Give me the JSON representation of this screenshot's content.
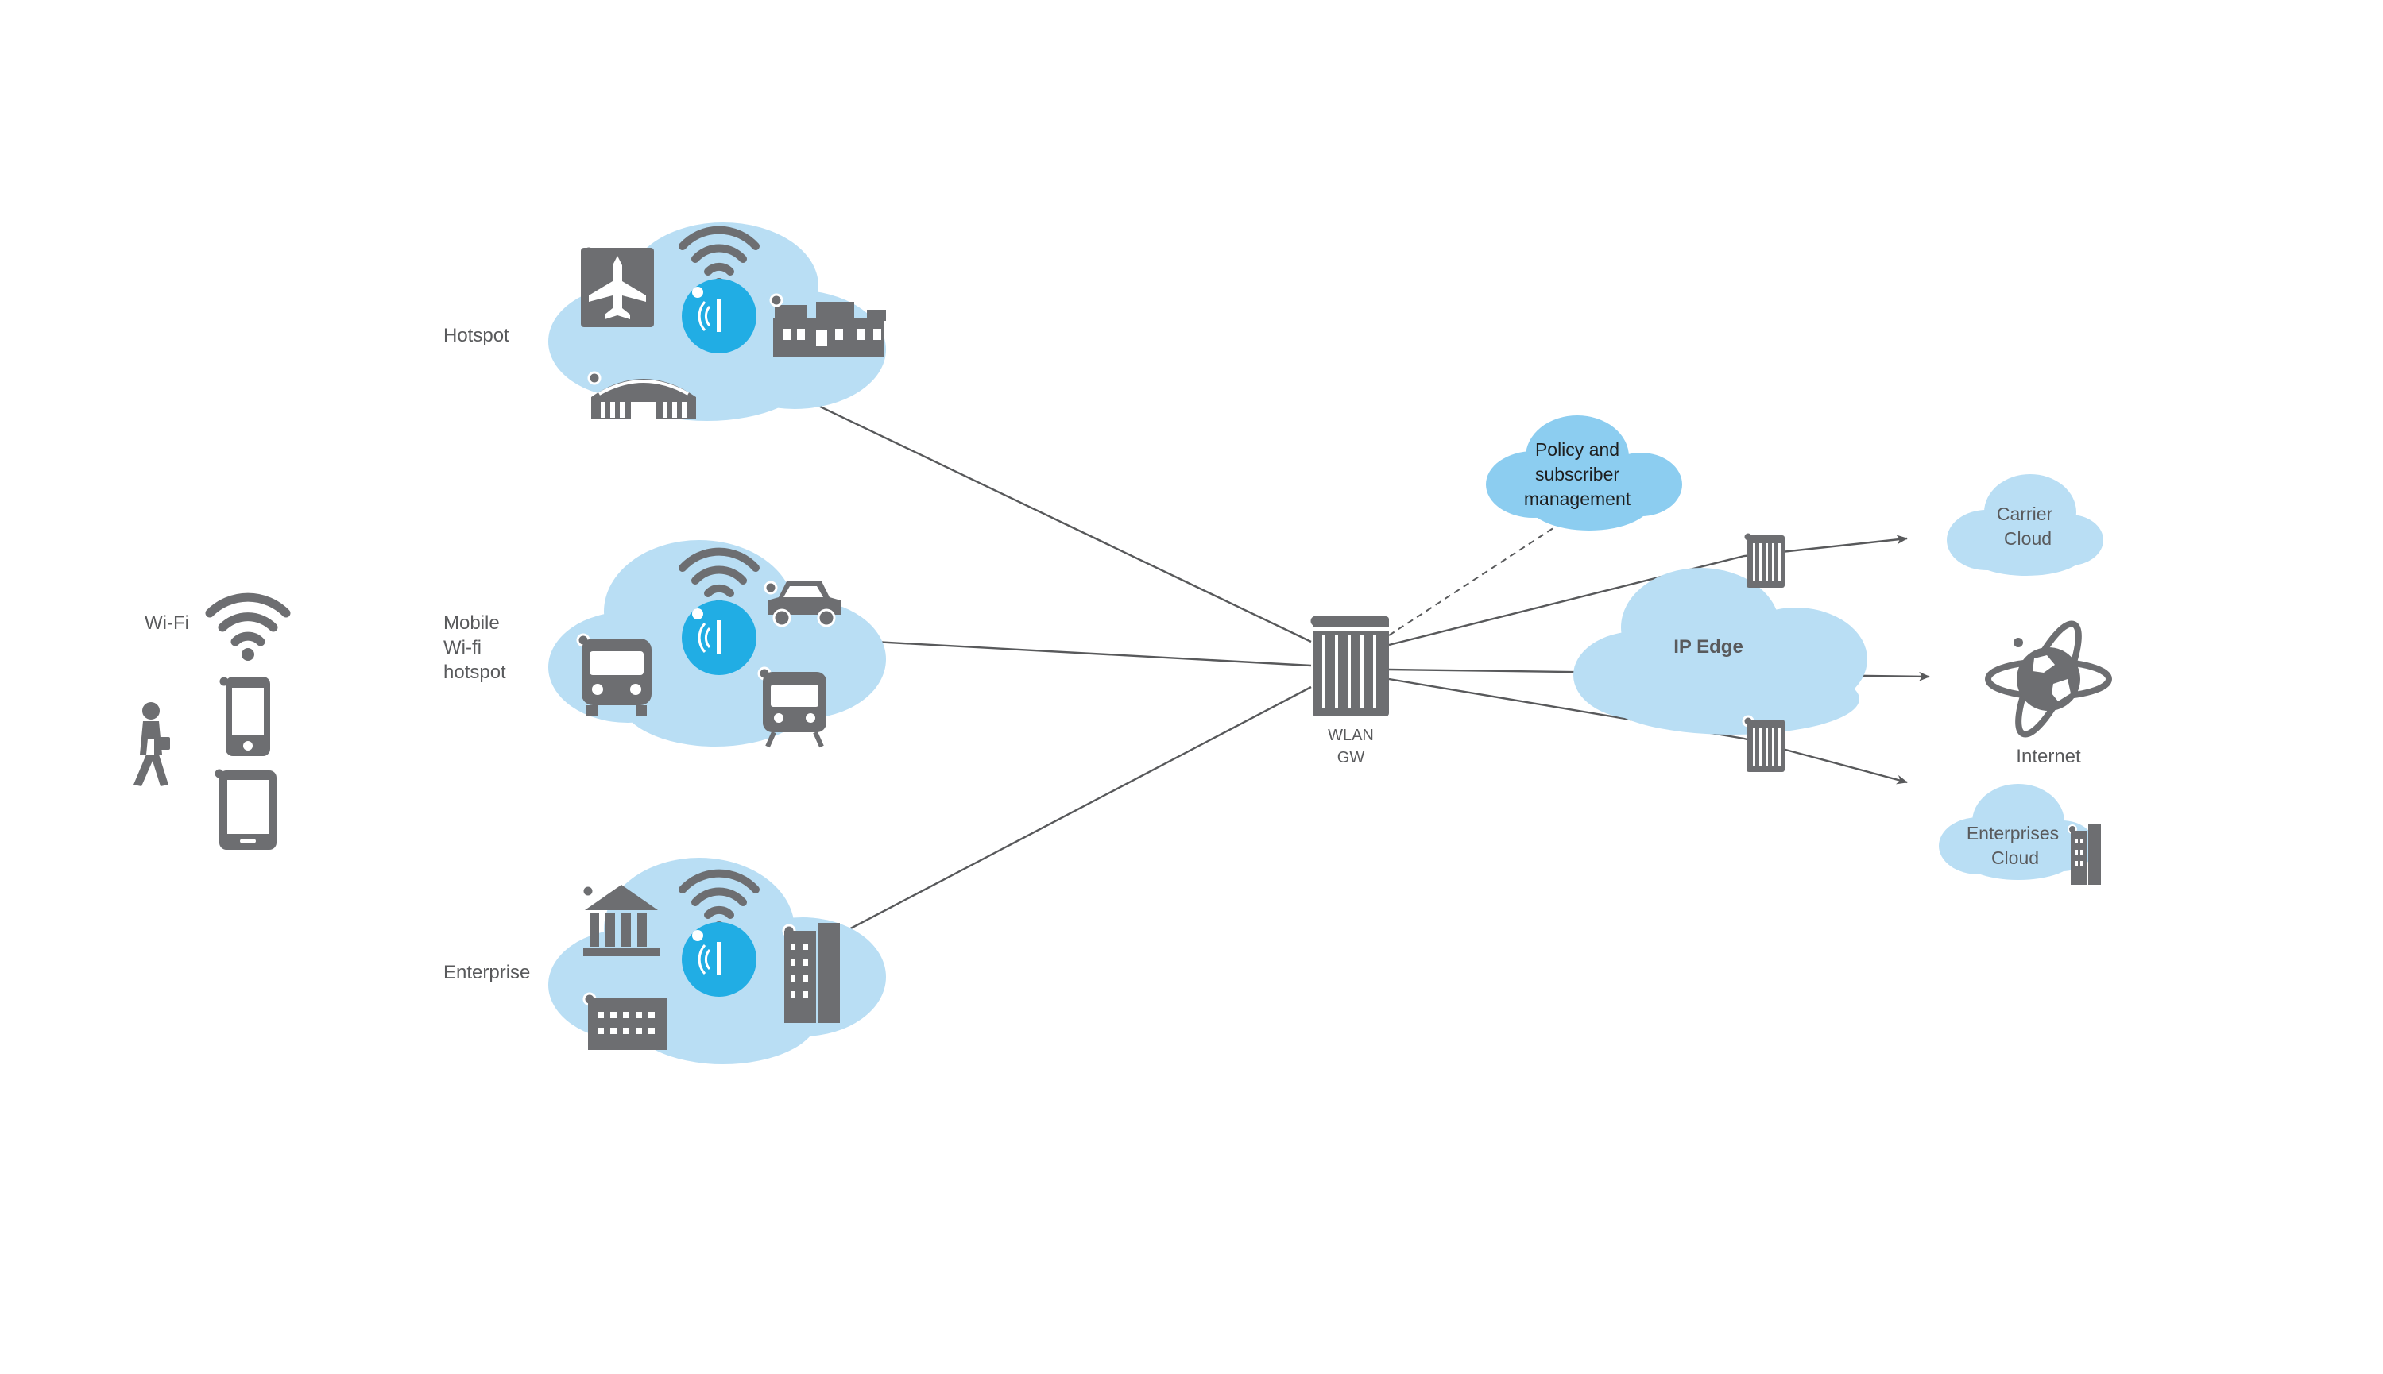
{
  "left": {
    "wifi_label": "Wi-Fi"
  },
  "access_networks": [
    {
      "label": "Hotspot"
    },
    {
      "label_lines": [
        "Mobile",
        "Wi-fi",
        "hotspot"
      ]
    },
    {
      "label": "Enterprise"
    }
  ],
  "gateway": {
    "label_lines": [
      "WLAN",
      "GW"
    ]
  },
  "policy": {
    "label_lines": [
      "Policy and",
      "subscriber",
      "management"
    ]
  },
  "ip_edge": {
    "label": "IP Edge"
  },
  "destinations": {
    "carrier_cloud": [
      "Carrier",
      "Cloud"
    ],
    "internet": "Internet",
    "enterprises_cloud": [
      "Enterprises",
      "Cloud"
    ]
  },
  "colors": {
    "cloud_light": "#b9def4",
    "cloud_policy": "#8ccdf0",
    "icon_dark": "#6d6e71",
    "accent_blue": "#21ade4",
    "line": "#58595b"
  }
}
